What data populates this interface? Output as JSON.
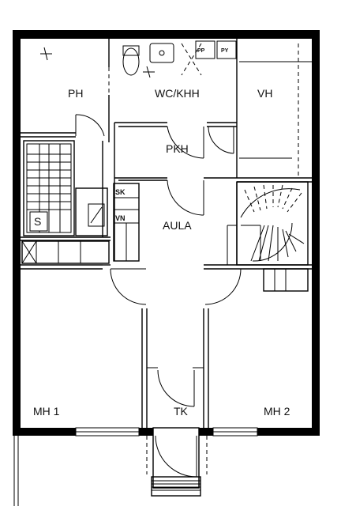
{
  "rooms": {
    "ph": "PH",
    "wc_khh": "WC/KHH",
    "vh": "VH",
    "pkh": "PKH",
    "sauna": "S",
    "aula": "AULA",
    "mh1": "MH 1",
    "mh2": "MH 2",
    "tk": "TK"
  },
  "fixtures": {
    "sk": "SK",
    "vn": "VN",
    "pp": "PP",
    "py": "PY"
  }
}
